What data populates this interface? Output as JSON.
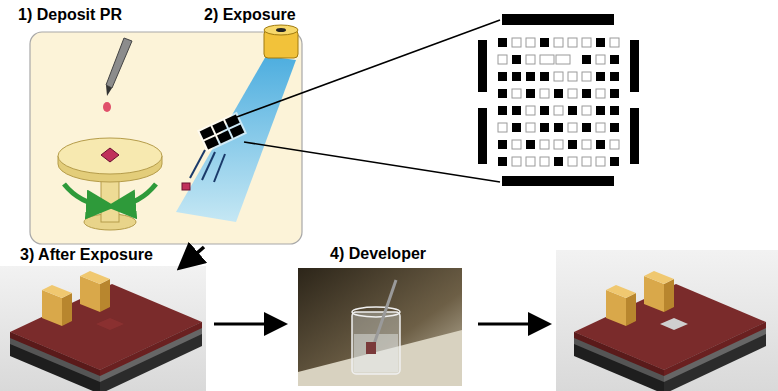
{
  "diagram": {
    "labels": [
      "1) Deposit PR",
      "2) Exposure",
      "3) After Exposure",
      "4) Developer"
    ]
  }
}
